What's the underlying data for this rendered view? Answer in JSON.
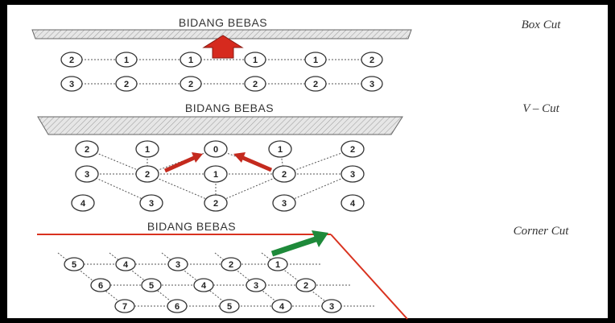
{
  "colors": {
    "arrow_red": "#d62a1e",
    "arrow_green": "#1e8a3a",
    "line_red": "#d9321f",
    "border": "#000000"
  },
  "box_cut": {
    "label": "BIDANG BEBAS",
    "caption": "Box Cut",
    "rows": [
      [
        "2",
        "1",
        "1",
        "1",
        "1",
        "2"
      ],
      [
        "3",
        "2",
        "2",
        "2",
        "2",
        "3"
      ]
    ]
  },
  "v_cut": {
    "label": "BIDANG BEBAS",
    "caption": "V – Cut",
    "rows": [
      [
        "2",
        "1",
        "0",
        "1",
        "2"
      ],
      [
        "3",
        "2",
        "1",
        "2",
        "3"
      ],
      [
        "4",
        "3",
        "2",
        "3",
        "4"
      ]
    ]
  },
  "corner_cut": {
    "label": "BIDANG BEBAS",
    "caption": "Corner Cut",
    "rows": [
      [
        "5",
        "4",
        "3",
        "2",
        "1"
      ],
      [
        "6",
        "5",
        "4",
        "3",
        "2"
      ],
      [
        "7",
        "6",
        "5",
        "4",
        "3"
      ]
    ]
  }
}
